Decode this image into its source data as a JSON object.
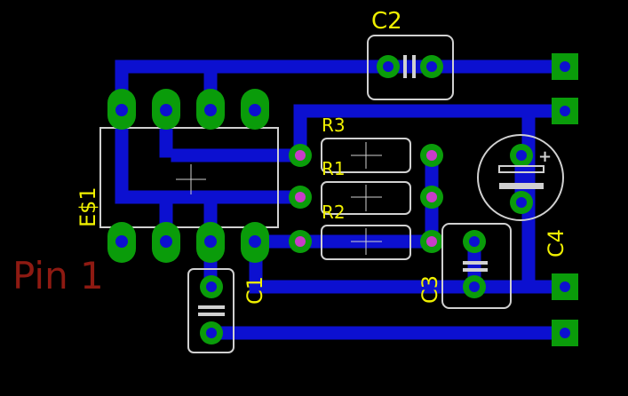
{
  "colors": {
    "background": "#000000",
    "trace": "#0c10d0",
    "pad": "#0a9c0a",
    "via_hole": "#1010ff",
    "resistor_pad_center": "#c83cc8",
    "silkscreen": "#d0d0d0",
    "label_yellow": "#f0f000",
    "pin1_red": "#8e1a12"
  },
  "labels": {
    "c2": "C2",
    "r3": "R3",
    "r1": "R1",
    "r2": "R2",
    "e1": "E$1",
    "c1": "C1",
    "c3": "C3",
    "c4": "C4",
    "pin1": "Pin 1",
    "c4_polarity": "+"
  }
}
